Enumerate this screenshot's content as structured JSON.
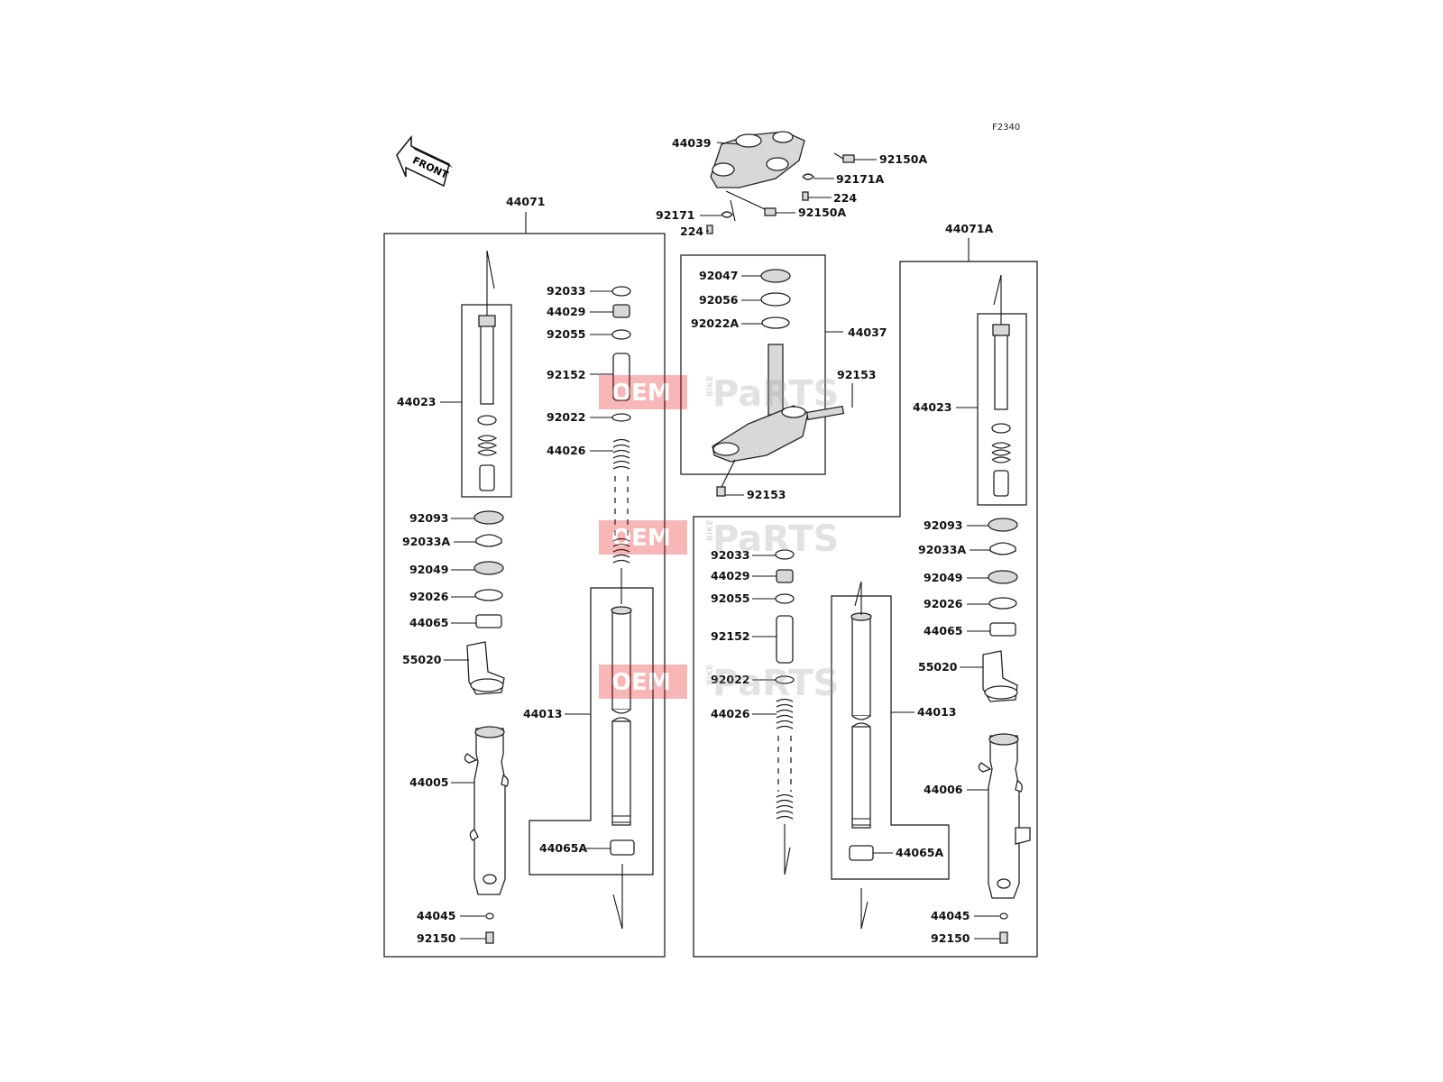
{
  "diagram_code": "F2340",
  "front_label": "FRONT",
  "watermark": {
    "left": "OEM",
    "middle": "BIKE",
    "right": "PaRTS",
    "color": "#e60000"
  },
  "labels": {
    "top_44039": "44039",
    "top_92150A_1": "92150A",
    "top_92171A": "92171A",
    "top_224_1": "224",
    "top_92171": "92171",
    "top_92150A_2": "92150A",
    "top_224_2": "224",
    "l_44071": "44071",
    "l_44023": "44023",
    "l_92033": "92033",
    "l_44029": "44029",
    "l_92055": "92055",
    "l_92152": "92152",
    "l_92022": "92022",
    "l_44026": "44026",
    "l_92093": "92093",
    "l_92033A": "92033A",
    "l_92049": "92049",
    "l_92026": "92026",
    "l_44065": "44065",
    "l_55020": "55020",
    "l_44013": "44013",
    "l_44005": "44005",
    "l_44065A": "44065A",
    "l_44045": "44045",
    "l_92150": "92150",
    "c_92047": "92047",
    "c_92056": "92056",
    "c_92022A": "92022A",
    "c_44037": "44037",
    "c_92153_1": "92153",
    "c_92153_2": "92153",
    "r_44071A": "44071A",
    "r_44023": "44023",
    "r_92093": "92093",
    "r_92033A": "92033A",
    "r_92049": "92049",
    "r_92026": "92026",
    "r_44065": "44065",
    "r_55020": "55020",
    "r_92033": "92033",
    "r_44029": "44029",
    "r_92055": "92055",
    "r_92152": "92152",
    "r_92022": "92022",
    "r_44026": "44026",
    "r_44013": "44013",
    "r_44006": "44006",
    "r_44065A": "44065A",
    "r_44045": "44045",
    "r_92150": "92150"
  }
}
